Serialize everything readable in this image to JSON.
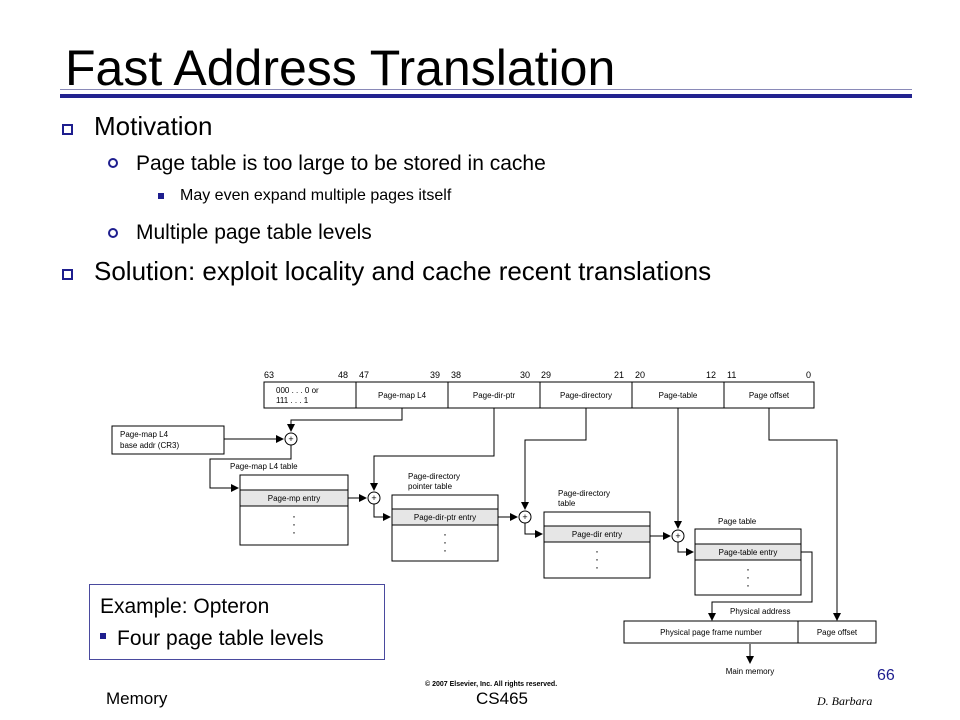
{
  "slide": {
    "title": "Fast Address Translation",
    "bullets": {
      "motivation": "Motivation",
      "too_large": "Page table is too large to be stored in cache",
      "expand": "May even expand multiple pages itself",
      "levels": "Multiple page table levels",
      "solution": "Solution: exploit locality and cache recent translations"
    },
    "example": {
      "title": "Example: Opteron",
      "item": "Four page table levels"
    },
    "footer": {
      "left": "Memory",
      "center": "CS465",
      "author": "D. Barbara",
      "page_number": "66"
    }
  },
  "diagram": {
    "bit_labels": {
      "b63": "63",
      "b48": "48",
      "b47": "47",
      "b39": "39",
      "b38": "38",
      "b30": "30",
      "b29": "29",
      "b21": "21",
      "b20": "20",
      "b12": "12",
      "b11": "11",
      "b0": "0"
    },
    "va_fields": {
      "sign_line1": "000 . . . 0 or",
      "sign_line2": "111 . . . 1",
      "pml4": "Page-map L4",
      "pdp": "Page-dir-ptr",
      "pd": "Page-directory",
      "pt": "Page-table",
      "offset": "Page offset"
    },
    "base_box": {
      "line1": "Page-map L4",
      "line2": "base addr (CR3)"
    },
    "tables": {
      "pml4_title": "Page-map L4 table",
      "pml4_entry": "Page-mp entry",
      "pdp_title_1": "Page-directory",
      "pdp_title_2": "pointer table",
      "pdp_entry": "Page-dir-ptr entry",
      "pd_title_1": "Page-directory",
      "pd_title_2": "table",
      "pd_entry": "Page-dir entry",
      "pt_title": "Page table",
      "pt_entry": "Page-table entry"
    },
    "physical": {
      "label": "Physical address",
      "frame": "Physical page frame number",
      "offset": "Page offset",
      "main_memory": "Main memory"
    },
    "plus_sign": "+",
    "copyright": "© 2007 Elsevier, Inc. All rights reserved."
  }
}
